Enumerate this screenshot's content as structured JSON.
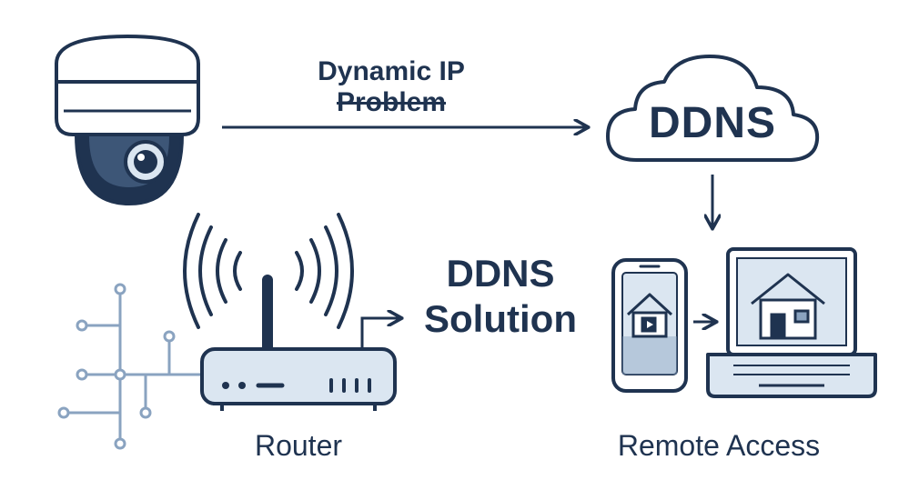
{
  "colors": {
    "navy": "#1f3350",
    "light_blue": "#dbe6f1",
    "steel": "#8aa3c0",
    "white": "#ffffff"
  },
  "labels": {
    "dynamic_ip_title": "Dynamic IP",
    "dynamic_ip_subtitle": "Problem",
    "ddns_cloud": "DDNS",
    "solution_line1": "DDNS",
    "solution_line2": "Solution",
    "router": "Router",
    "remote_access": "Remote Access"
  },
  "icons": {
    "camera": "dome-security-camera-icon",
    "cloud": "cloud-icon",
    "router": "wifi-router-icon",
    "network": "network-tree-icon",
    "phone": "smartphone-icon",
    "laptop": "laptop-icon",
    "house": "house-icon"
  }
}
